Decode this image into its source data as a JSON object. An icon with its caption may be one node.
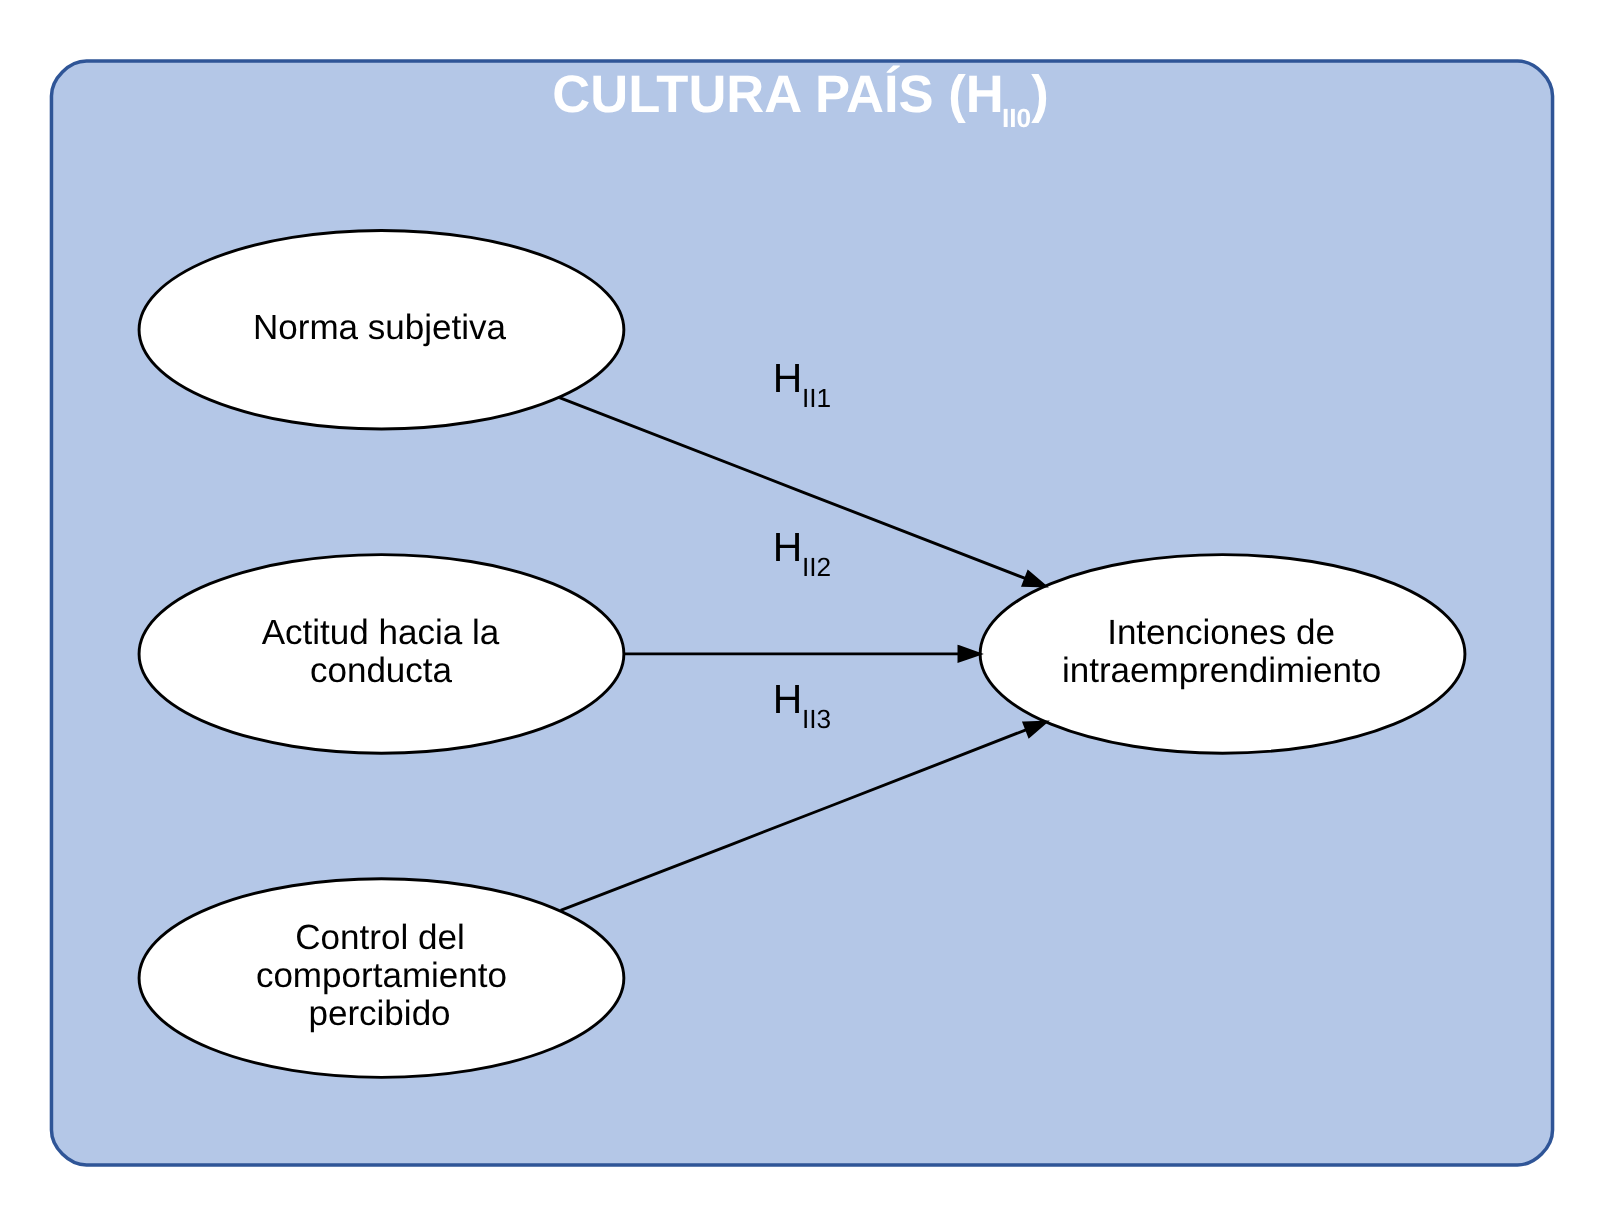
{
  "diagram": {
    "nodes": [
      {
        "text": [
          "CULTURA PAÍS (H$_{II0}$)"
        ]
      },
      {
        "text": [
          "Norma subjetiva"
        ],
        "in": 0
      },
      {
        "text": [
          "Actitud hacia la conducta"
        ],
        "in": 0
      },
      {
        "text": [
          "Control del comportamiento percibido"
        ],
        "in": 0
      },
      {
        "text": [
          "Intenciones de intraemprendimiento"
        ],
        "in": 0
      }
    ],
    "edges": [
      {
        "from": 1,
        "to": 4,
        "arrow": "to",
        "label": "H$_{II1}$"
      },
      {
        "from": 2,
        "to": 4,
        "arrow": "to",
        "label": "H$_{II2}$"
      },
      {
        "from": 3,
        "to": 4,
        "arrow": "to",
        "label": "H$_{II3}$"
      }
    ]
  }
}
